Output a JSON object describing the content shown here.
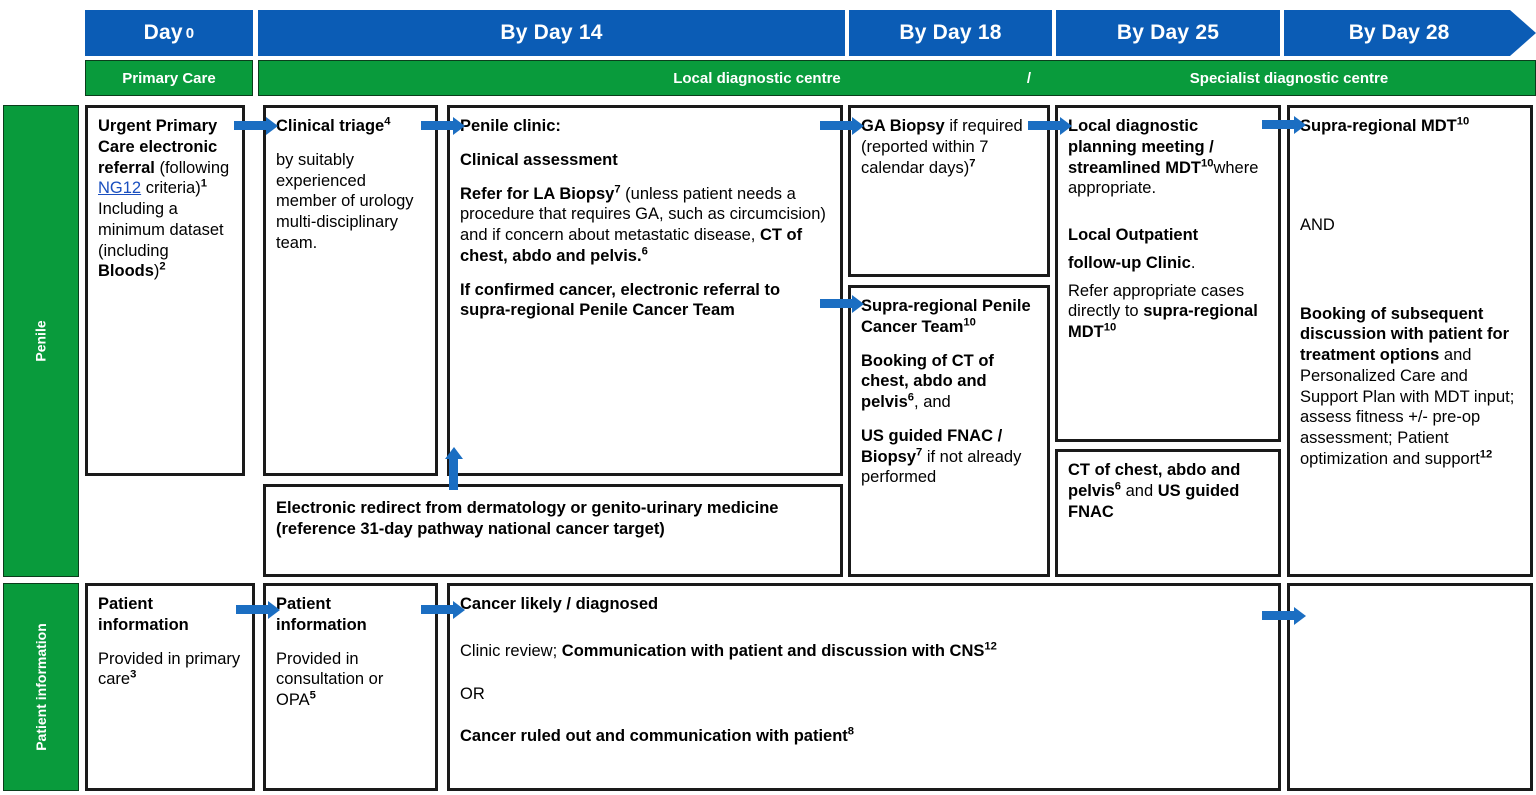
{
  "header": {
    "days": [
      {
        "label": "Day",
        "value": "0"
      },
      {
        "label": "By Day",
        "value": "14"
      },
      {
        "label": "By Day",
        "value": "18"
      },
      {
        "label": "By Day",
        "value": "25"
      },
      {
        "label": "By Day",
        "value": "28"
      }
    ],
    "settings": [
      {
        "label": "Primary Care"
      },
      {
        "label": "Local diagnostic centre"
      },
      {
        "label": "/"
      },
      {
        "label": "Specialist diagnostic centre"
      }
    ]
  },
  "row_labels": {
    "penile": "Penile",
    "patient_information": "Patient information"
  },
  "colors": {
    "day_bar": "#0b5cb5",
    "setting_bar": "#099b3c",
    "arrow": "#1b6ec2",
    "box_border": "#1a1a1a",
    "link": "#1a4fbf"
  },
  "boxes": {
    "urgent_referral": {
      "heading": "Urgent Primary Care electronic referral",
      "link_prefix": "(following ",
      "link_text": "NG12",
      "after_link": " criteria)",
      "sup1": "1",
      "body": "Including a minimum dataset (including ",
      "bold_tail": "Bloods",
      "tail_close": ")",
      "sup2": "2"
    },
    "clinical_triage": {
      "heading": "Clinical triage",
      "sup": "4",
      "body": "by suitably experienced member of urology multi-disciplinary team."
    },
    "penile_clinic": {
      "title": "Penile clinic:",
      "assessment": "Clinical assessment",
      "refer_bold": "Refer for LA Biopsy",
      "refer_sup": "7",
      "refer_text": " (unless patient needs a procedure that requires GA, such as circumcision) and if concern about metastatic disease, ",
      "ct_bold": "CT of chest, abdo and pelvis.",
      "ct_sup": "6",
      "confirmed": "If confirmed cancer, electronic referral to supra-regional Penile Cancer Team"
    },
    "electronic_redirect": {
      "text": "Electronic redirect from dermatology or genito-urinary medicine (reference 31-day pathway national cancer target)"
    },
    "ga_biopsy": {
      "bold": "GA Biopsy",
      "text": " if required (reported within 7 calendar days)",
      "sup": "7"
    },
    "supra_regional_team": {
      "heading": "Supra-regional Penile Cancer Team",
      "heading_sup": "10",
      "booking_bold": "Booking of CT of chest, abdo and pelvis",
      "booking_sup": "6",
      "booking_tail": ", and",
      "us_bold": "US guided FNAC / Biopsy",
      "us_sup": "7",
      "us_tail": " if not already performed"
    },
    "local_planning": {
      "heading": "Local diagnostic planning meeting / streamlined MDT",
      "heading_sup": "10",
      "heading_tail": "where appropriate.",
      "outpatient_bold": "Local Outpatient",
      "outpatient_bold2": "follow-up Clinic",
      "outpatient_tail": ".",
      "refer_text": "Refer appropriate cases directly to ",
      "refer_bold": "supra-regional MDT",
      "refer_sup": "10"
    },
    "ct_fnac": {
      "bold1": "CT of chest, abdo and pelvis",
      "sup": "6",
      "mid": " and ",
      "bold2": "US guided FNAC"
    },
    "supra_regional_mdt": {
      "heading": "Supra-regional MDT",
      "heading_sup": "10",
      "and": "AND",
      "booking_bold": "Booking of subsequent discussion with patient for treatment options",
      "booking_tail": " and Personalized Care and Support Plan with MDT input; assess fitness +/- pre-op assessment; Patient optimization and support",
      "booking_sup": "12"
    },
    "pi_primary": {
      "heading": "Patient information",
      "body": "Provided in primary care",
      "sup": "3"
    },
    "pi_triage": {
      "heading": "Patient information",
      "body": "Provided in consultation or OPA",
      "sup": "5"
    },
    "pi_clinic": {
      "line1": "Cancer likely / diagnosed",
      "line2_plain": "Clinic review; ",
      "line2_bold": "Communication with patient and discussion with CNS",
      "line2_sup": "12",
      "line3": "OR",
      "line4_bold": "Cancer ruled out and communication with patient",
      "line4_sup": "8"
    }
  }
}
